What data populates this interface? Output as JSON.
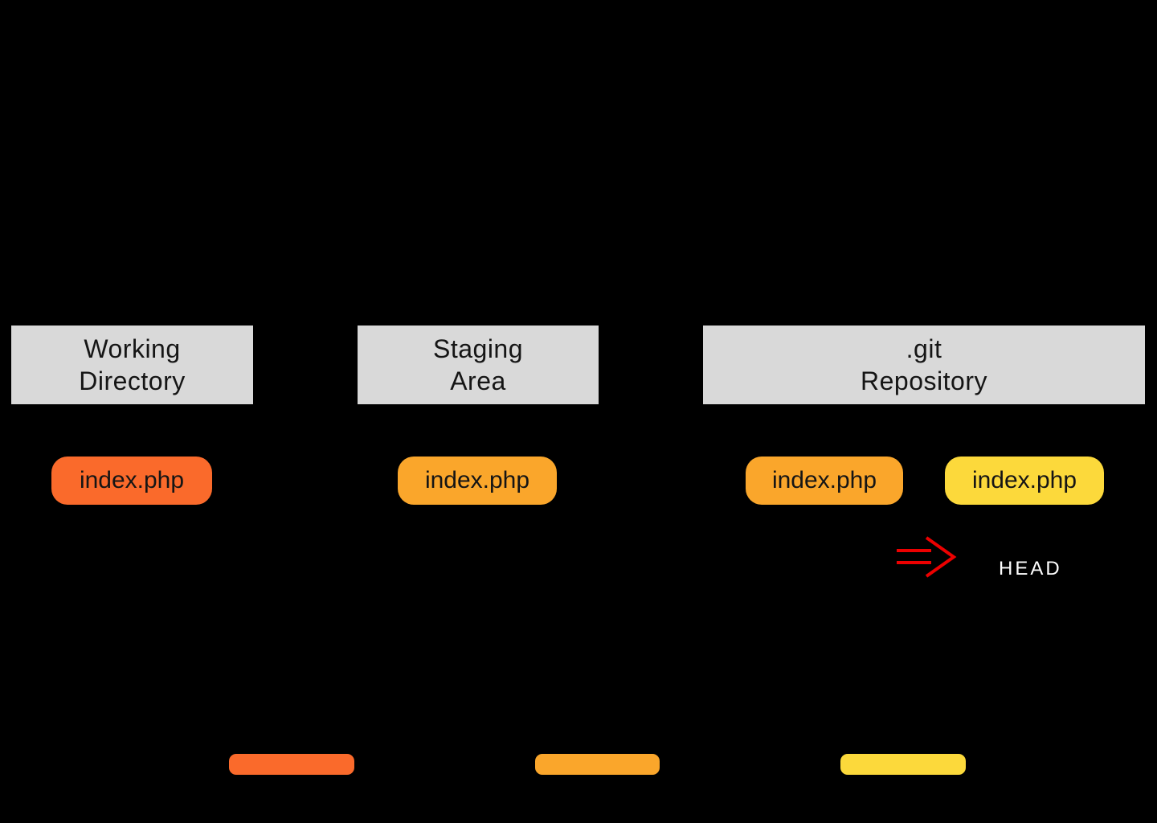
{
  "diagram": {
    "background_color": "#000000",
    "header_bg_color": "#D9D9D9",
    "header_text_color": "#151515",
    "file_text_color": "#151515",
    "sections": [
      {
        "name": "working-directory",
        "title_line1": "Working",
        "title_line2": "Directory",
        "files": [
          {
            "label": "index.php",
            "color": "#FA6A2B"
          }
        ]
      },
      {
        "name": "staging-area",
        "title_line1": "Staging",
        "title_line2": "Area",
        "files": [
          {
            "label": "index.php",
            "color": "#FAA62B"
          }
        ]
      },
      {
        "name": "git-repository",
        "title_line1": ".git",
        "title_line2": "Repository",
        "files": [
          {
            "label": "index.php",
            "color": "#FAA62B"
          },
          {
            "label": "index.php",
            "color": "#FCD93B"
          }
        ]
      }
    ],
    "head_pointer": {
      "label": "HEAD",
      "arrow_color": "#EC0000",
      "label_color": "#FFFFFF"
    },
    "legend_bars": [
      {
        "name": "legend-bar-orange",
        "color": "#FA6A2B"
      },
      {
        "name": "legend-bar-amber",
        "color": "#FAA62B"
      },
      {
        "name": "legend-bar-yellow",
        "color": "#FCD93B"
      }
    ]
  }
}
